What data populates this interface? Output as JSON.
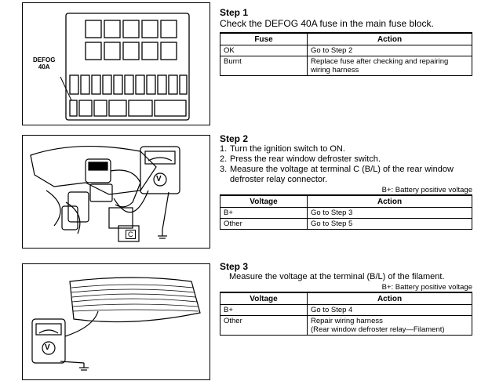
{
  "step1": {
    "title": "Step 1",
    "text": "Check the DEFOG 40A fuse in the main fuse block.",
    "figure_label_line1": "DEFOG",
    "figure_label_line2": "40A",
    "table": {
      "headers": [
        "Fuse",
        "Action"
      ],
      "rows": [
        [
          "OK",
          "Go to Step 2"
        ],
        [
          "Burnt",
          "Replace fuse after checking and repairing wiring harness"
        ]
      ]
    }
  },
  "step2": {
    "title": "Step 2",
    "items": [
      {
        "num": "1.",
        "text": "Turn the ignition switch to ON."
      },
      {
        "num": "2.",
        "text": "Press the rear window defroster switch."
      },
      {
        "num": "3.",
        "text": "Measure the voltage at terminal C (B/L) of the rear window defroster relay connector."
      }
    ],
    "note": "B+: Battery positive voltage",
    "figure_terminal": "C",
    "meter_symbol": "V",
    "table": {
      "headers": [
        "Voltage",
        "Action"
      ],
      "rows": [
        [
          "B+",
          "Go to Step 3"
        ],
        [
          "Other",
          "Go to Step 5"
        ]
      ]
    }
  },
  "step3": {
    "title": "Step 3",
    "text": "Measure the voltage at the terminal (B/L) of the filament.",
    "note": "B+: Battery positive voltage",
    "meter_symbol": "V",
    "table": {
      "headers": [
        "Voltage",
        "Action"
      ],
      "rows": [
        [
          "B+",
          "Go to Step 4"
        ],
        [
          "Other",
          "Repair wiring harness\n(Rear window defroster relay—Filament)"
        ]
      ]
    }
  }
}
